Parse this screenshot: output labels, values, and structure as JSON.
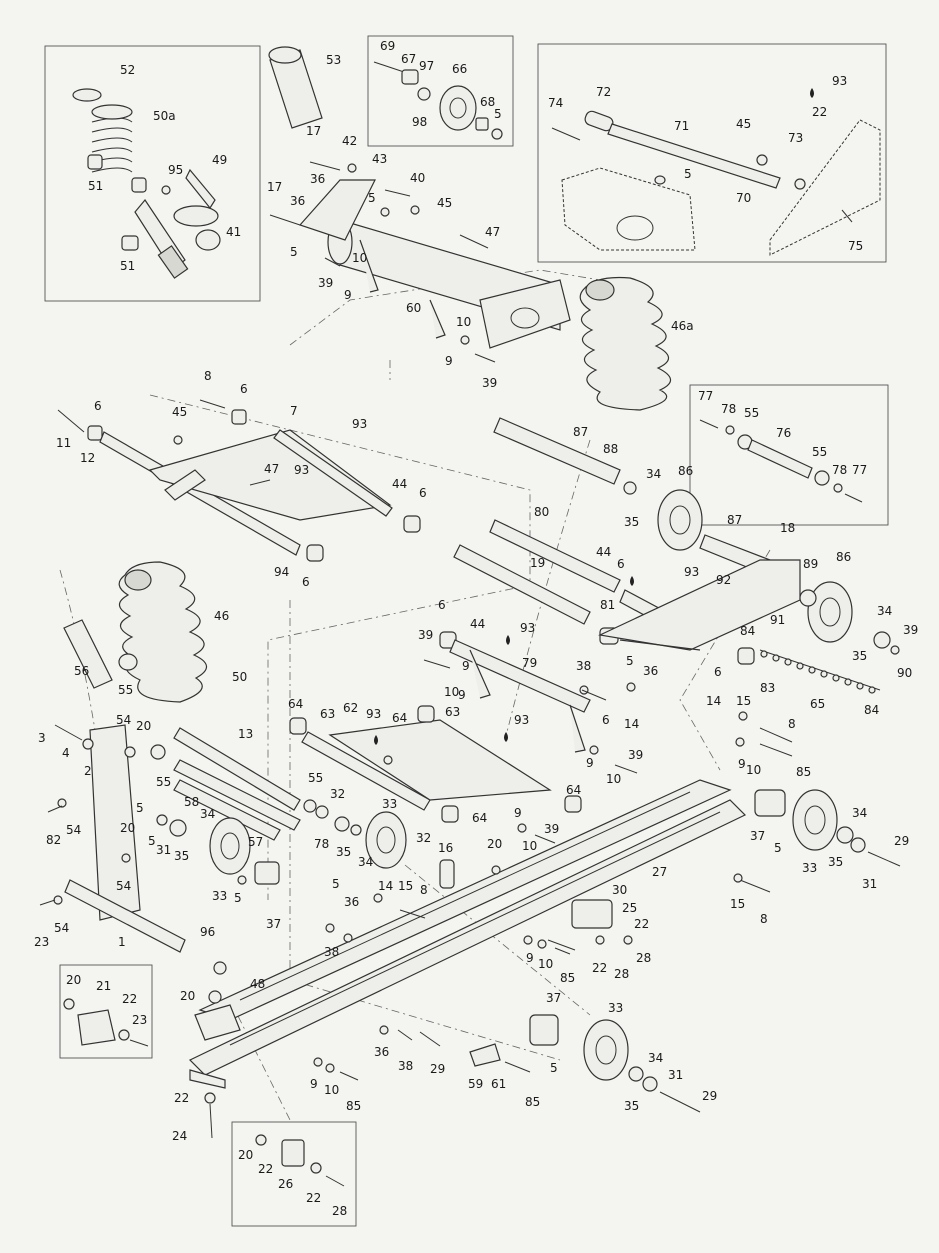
{
  "labels": {
    "l52": "52",
    "l50a": "50a",
    "l51a": "51",
    "l95": "95",
    "l49": "49",
    "l41": "41",
    "l51b": "51",
    "l53": "53",
    "l69": "69",
    "l67": "67",
    "l97": "97",
    "l66": "66",
    "l98": "98",
    "l68": "68",
    "l5a": "5",
    "l74": "74",
    "l72": "72",
    "l71": "71",
    "l45a": "45",
    "l93a": "93",
    "l22a": "22",
    "l73": "73",
    "l5b": "5",
    "l70": "70",
    "l75": "75",
    "l17a": "17",
    "l42": "42",
    "l43": "43",
    "l36a": "36",
    "l40": "40",
    "l5c": "5",
    "l45b": "45",
    "l17b": "17",
    "l36b": "36",
    "l47a": "47",
    "l5d": "5",
    "l10a": "10",
    "l39a": "39",
    "l9a": "9",
    "l60": "60",
    "l10b": "10",
    "l9b": "9",
    "l39b": "39",
    "l46a": "46a",
    "l8a": "8",
    "l6a": "6",
    "l11": "11",
    "l6b": "6",
    "l12": "12",
    "l45c": "45",
    "l7": "7",
    "l93b": "93",
    "l47b": "47",
    "l93c": "93",
    "l44a": "44",
    "l6c": "6",
    "l94": "94",
    "l6d": "6",
    "l77a": "77",
    "l78a": "78",
    "l55a": "55",
    "l76": "76",
    "l55b": "55",
    "l78b": "78",
    "l77b": "77",
    "l87a": "87",
    "l88": "88",
    "l34a": "34",
    "l86a": "86",
    "l35a": "35",
    "l80": "80",
    "l87b": "87",
    "l18": "18",
    "l44b": "44",
    "l6e": "6",
    "l93d": "93",
    "l19": "19",
    "l92": "92",
    "l89": "89",
    "l86b": "86",
    "l81": "81",
    "l91": "91",
    "l84a": "84",
    "l34b": "34",
    "l39c": "39",
    "l35b": "35",
    "l90": "90",
    "l6f": "6",
    "l83": "83",
    "l65": "65",
    "l84b": "84",
    "l46": "46",
    "l56": "56",
    "l55c": "55",
    "l50": "50",
    "l6g": "6",
    "l39d": "39",
    "l44c": "44",
    "l93e": "93",
    "l79": "79",
    "l9c": "9",
    "l10c": "10",
    "l9d": "9",
    "l38a": "38",
    "l5e": "5",
    "l36c": "36",
    "l14a": "14",
    "l14b": "14",
    "l15a": "15",
    "l8b": "8",
    "l93f": "93",
    "l6h": "6",
    "l9e": "9",
    "l10d": "10",
    "l39e": "39",
    "l9f": "9",
    "l10e": "10",
    "l85a": "85",
    "l64a": "64",
    "l63a": "63",
    "l62": "62",
    "l93g": "93",
    "l64b": "64",
    "l63b": "63",
    "l64c": "64",
    "l64d": "64",
    "l9g": "9",
    "l10f": "10",
    "l39f": "39",
    "l3": "3",
    "l4": "4",
    "l54a": "54",
    "l20a": "20",
    "l13": "13",
    "l2": "2",
    "l55d": "55",
    "l5f": "5",
    "l58": "58",
    "l55e": "55",
    "l32a": "32",
    "l33a": "33",
    "l34c": "34",
    "l78c": "78",
    "l35c": "35",
    "l34d": "34",
    "l82": "82",
    "l54b": "54",
    "l5g": "5",
    "l31a": "31",
    "l35d": "35",
    "l57": "57",
    "l32b": "32",
    "l16": "16",
    "l20b": "20",
    "l54c": "54",
    "l33b": "33",
    "l5h": "5",
    "l37a": "37",
    "l23a": "23",
    "l54d": "54",
    "l1": "1",
    "l37b": "37",
    "l5i": "5",
    "l34e": "34",
    "l29a": "29",
    "l33c": "33",
    "l35e": "35",
    "l31b": "31",
    "l15b": "15",
    "l8c": "8",
    "l20c": "20",
    "l27": "27",
    "l30": "30",
    "l25": "25",
    "l22b": "22",
    "l22c": "22",
    "l28a": "28",
    "l28b": "28",
    "l9h": "9",
    "l10g": "10",
    "l85b": "85",
    "l5j": "5",
    "l14c": "14",
    "l15c": "15",
    "l36d": "36",
    "l8d": "8",
    "l38b": "38",
    "l96": "96",
    "l20d": "20",
    "l21": "21",
    "l22d": "22",
    "l23b": "23",
    "l20e": "20",
    "l48": "48",
    "l36e": "36",
    "l38c": "38",
    "l29b": "29",
    "l37c": "37",
    "l33d": "33",
    "l59": "59",
    "l61": "61",
    "l5k": "5",
    "l85c": "85",
    "l34f": "34",
    "l31c": "31",
    "l35f": "35",
    "l29c": "29",
    "l9i": "9",
    "l10h": "10",
    "l85d": "85",
    "l22e": "22",
    "l24": "24",
    "l20f": "20",
    "l22f": "22",
    "l26": "26",
    "l22g": "22",
    "l28c": "28"
  }
}
